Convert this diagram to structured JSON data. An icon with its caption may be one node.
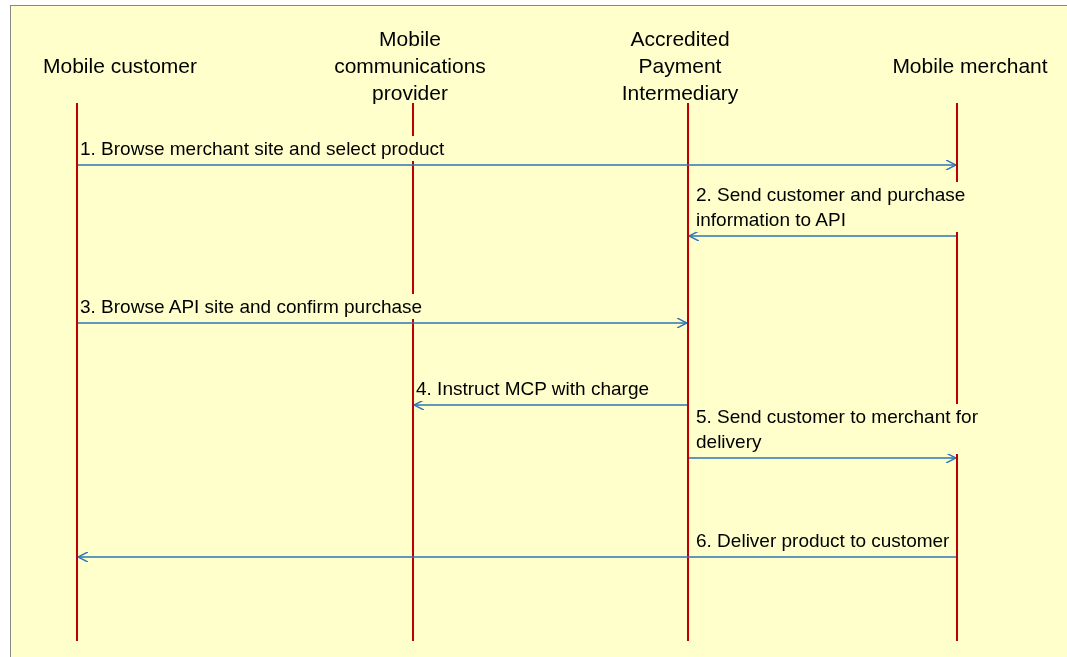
{
  "diagram": {
    "nodes": [
      {
        "text": [],
        "shape": "bar",
        "beside": [
          "Mobile customer"
        ]
      },
      {
        "text": [],
        "shape": "bar",
        "beside": [
          "Mobile communications provider"
        ]
      },
      {
        "text": [],
        "shape": "bar",
        "beside": [
          "Accredited Payment Intermediary"
        ]
      },
      {
        "text": [],
        "shape": "bar",
        "beside": [
          "Mobile merchant"
        ]
      }
    ],
    "edges": [
      {
        "from": 0,
        "to": 3,
        "arrow": "to",
        "label": "1. Browse merchant site and select product"
      },
      {
        "from": 3,
        "to": 2,
        "arrow": "to",
        "label": "2. Send customer and purchase information to API"
      },
      {
        "from": 0,
        "to": 2,
        "arrow": "to",
        "label": "3. Browse API site and confirm purchase"
      },
      {
        "from": 2,
        "to": 1,
        "arrow": "to",
        "label": "4. Instruct MCP with charge"
      },
      {
        "from": 2,
        "to": 3,
        "arrow": "to",
        "label": "5. Send customer to merchant for delivery"
      },
      {
        "from": 3,
        "to": 0,
        "arrow": "to",
        "label": "6. Deliver product to customer"
      }
    ]
  }
}
